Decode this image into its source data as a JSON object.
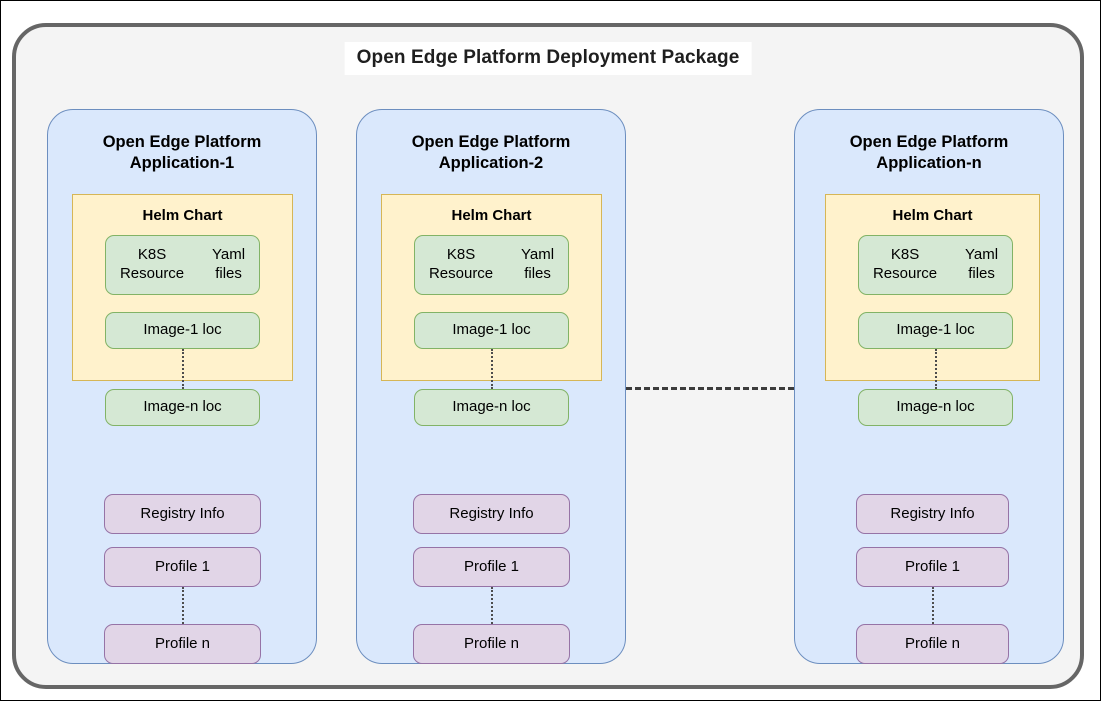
{
  "package": {
    "title": "Open Edge Platform Deployment Package",
    "container_fill": "#f4f4f4",
    "container_border": "#666666"
  },
  "colors": {
    "card_fill": "#dae8fc",
    "card_border": "#6c8ebf",
    "helm_fill": "#fff2cc",
    "helm_border": "#d6b656",
    "green_fill": "#d5e8d4",
    "green_border": "#82b366",
    "purple_fill": "#e1d5e7",
    "purple_border": "#9673a6",
    "connector": "#3c3c3c"
  },
  "applications": [
    {
      "title_line1": "Open Edge Platform",
      "title_line2": "Application-1",
      "helm": {
        "title": "Helm Chart",
        "items": [
          {
            "label": "K8S Resource\nYaml files"
          },
          {
            "label": "Image-1 loc"
          },
          {
            "label": "Image-n loc"
          }
        ]
      },
      "attributes": [
        {
          "label": "Registry Info"
        },
        {
          "label": "Profile 1"
        },
        {
          "label": "Profile n"
        }
      ]
    },
    {
      "title_line1": "Open Edge Platform",
      "title_line2": "Application-2",
      "helm": {
        "title": "Helm Chart",
        "items": [
          {
            "label": "K8S Resource\nYaml files"
          },
          {
            "label": "Image-1 loc"
          },
          {
            "label": "Image-n loc"
          }
        ]
      },
      "attributes": [
        {
          "label": "Registry Info"
        },
        {
          "label": "Profile 1"
        },
        {
          "label": "Profile n"
        }
      ]
    },
    {
      "title_line1": "Open Edge Platform",
      "title_line2": "Application-n",
      "helm": {
        "title": "Helm Chart",
        "items": [
          {
            "label": "K8S Resource\nYaml files"
          },
          {
            "label": "Image-1 loc"
          },
          {
            "label": "Image-n loc"
          }
        ]
      },
      "attributes": [
        {
          "label": "Registry Info"
        },
        {
          "label": "Profile 1"
        },
        {
          "label": "Profile n"
        }
      ]
    }
  ],
  "connectors": {
    "inter_card_style": "dashed",
    "image_list_style": "dotted",
    "profile_list_style": "dotted"
  }
}
